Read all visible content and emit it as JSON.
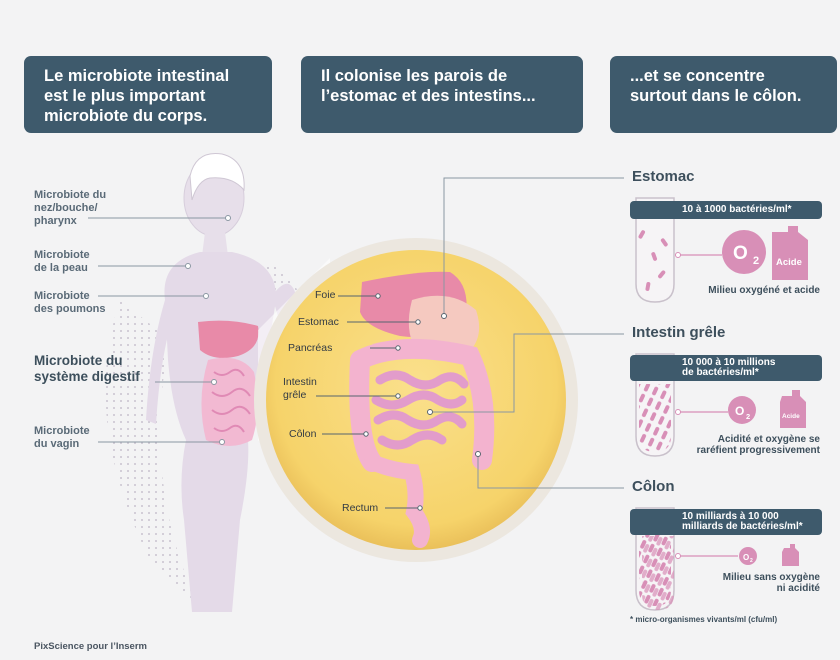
{
  "headers": [
    "Le microbiote intestinal\nest le plus important\nmicrobiote du corps.",
    "Il colonise les parois de\nl’estomac et des intestins...",
    "...et se concentre\nsurtout dans le côlon."
  ],
  "body_labels": [
    "Microbiote du\nnez/bouche/\npharynx",
    "Microbiote\nde la peau",
    "Microbiote\ndes poumons",
    "Microbiote du\nsystème digestif",
    "Microbiote\ndu vagin"
  ],
  "organ_labels": [
    "Foie",
    "Estomac",
    "Pancréas",
    "Intestin\ngrêle",
    "Côlon",
    "Rectum"
  ],
  "sections": [
    {
      "title": "Estomac",
      "count": "10 à 1000 bactéries/ml*",
      "o2": "O",
      "o2_sub": "2",
      "acid": "Acide",
      "caption": "Milieu oxygéné et acide"
    },
    {
      "title": "Intestin grêle",
      "count": "10 000 à 10 millions\nde bactéries/ml*",
      "o2": "O",
      "o2_sub": "2",
      "acid": "Acide",
      "caption": "Acidité et oxygène se\nraréfient progressivement"
    },
    {
      "title": "Côlon",
      "count": "10 milliards à 10 000\nmilliards de bactéries/ml*",
      "o2": "O",
      "o2_sub": "2",
      "acid": "",
      "caption": "Milieu sans oxygène\nni acidité"
    }
  ],
  "footnote": "* micro-organismes vivants/ml (cfu/ml)",
  "credit": "PixScience pour l’Inserm",
  "colors": {
    "header_bg": "#3e5a6c",
    "body": "#e4dae8",
    "circle": "#f7d978",
    "intestine": "#e9a6cc",
    "liver": "#e88aa8",
    "bacteria": "#d88fb7"
  }
}
